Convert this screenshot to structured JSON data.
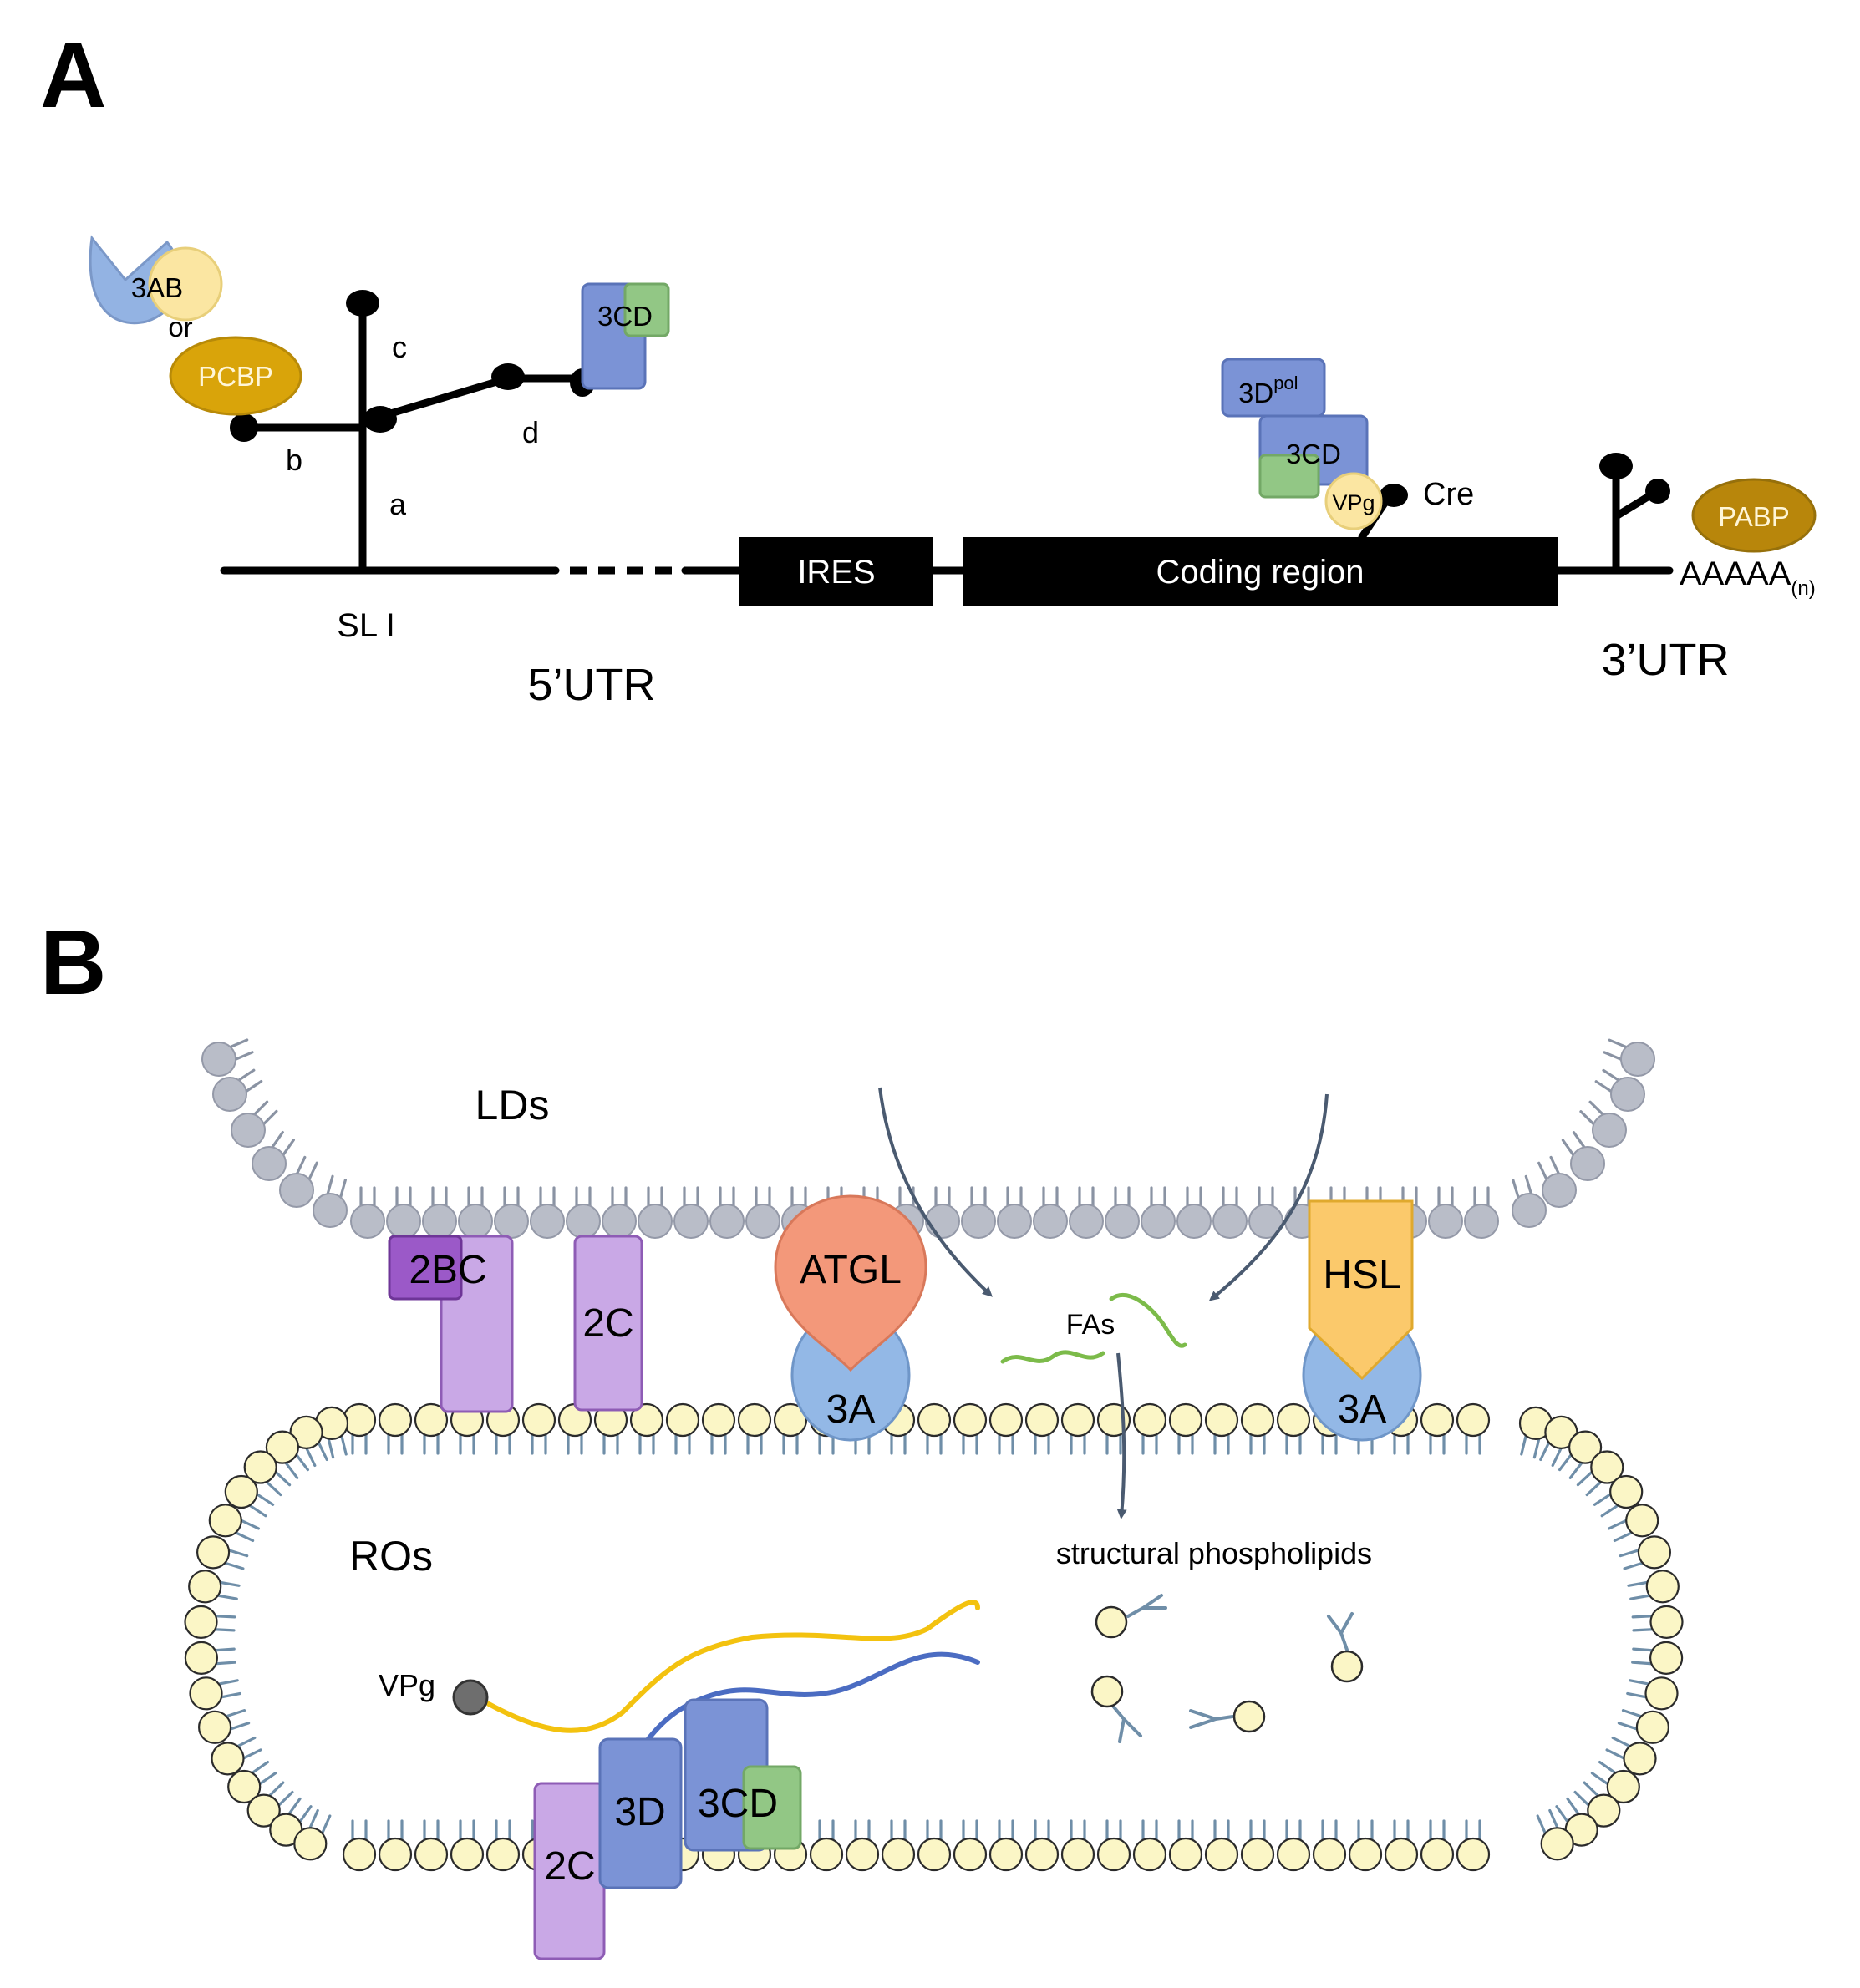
{
  "panels": {
    "a": {
      "label": "A",
      "protein_3ab": "3AB",
      "or": "or",
      "protein_pcbp": "PCBP",
      "stem_a": "a",
      "stem_b": "b",
      "stem_c": "c",
      "stem_d": "d",
      "protein_3cd_top": "3CD",
      "sl1": "SL I",
      "utr5": "5’UTR",
      "ires": "IRES",
      "coding": "Coding region",
      "protein_3dpol": "3D",
      "pol_sup": "pol",
      "protein_3cd_cre": "3CD",
      "vpg_small": "VPg",
      "cre": "Cre",
      "pabp": "PABP",
      "polya": "AAAAA",
      "polya_sub": "(n)",
      "utr3": "3’UTR"
    },
    "b": {
      "label": "B",
      "lds": "LDs",
      "p2bc": "2BC",
      "p2c_upper": "2C",
      "atgl": "ATGL",
      "p3a_left": "3A",
      "fas": "FAs",
      "hsl": "HSL",
      "p3a_right": "3A",
      "ros": "ROs",
      "phospholipids": "structural phospholipids",
      "vpg": "VPg",
      "p2c_lower": "2C",
      "p3d": "3D",
      "p3cd": "3CD"
    }
  },
  "colors": {
    "ld_head": "#b9bdc8",
    "ro_head": "#fbf6c6",
    "tail": "#6f8ea8",
    "blue_protein": "#7b93d6",
    "green_protein": "#92c785",
    "purple_protein": "#c9a8e6",
    "dark_purple": "#9b59c8",
    "orange_pcbp": "#d9a40a",
    "pabp": "#b8860b",
    "atgl": "#f3987a",
    "hsl": "#fbc96b",
    "light_blue": "#93b8e6",
    "rna_yellow": "#f3c20f",
    "rna_blue": "#4b6cc2"
  }
}
